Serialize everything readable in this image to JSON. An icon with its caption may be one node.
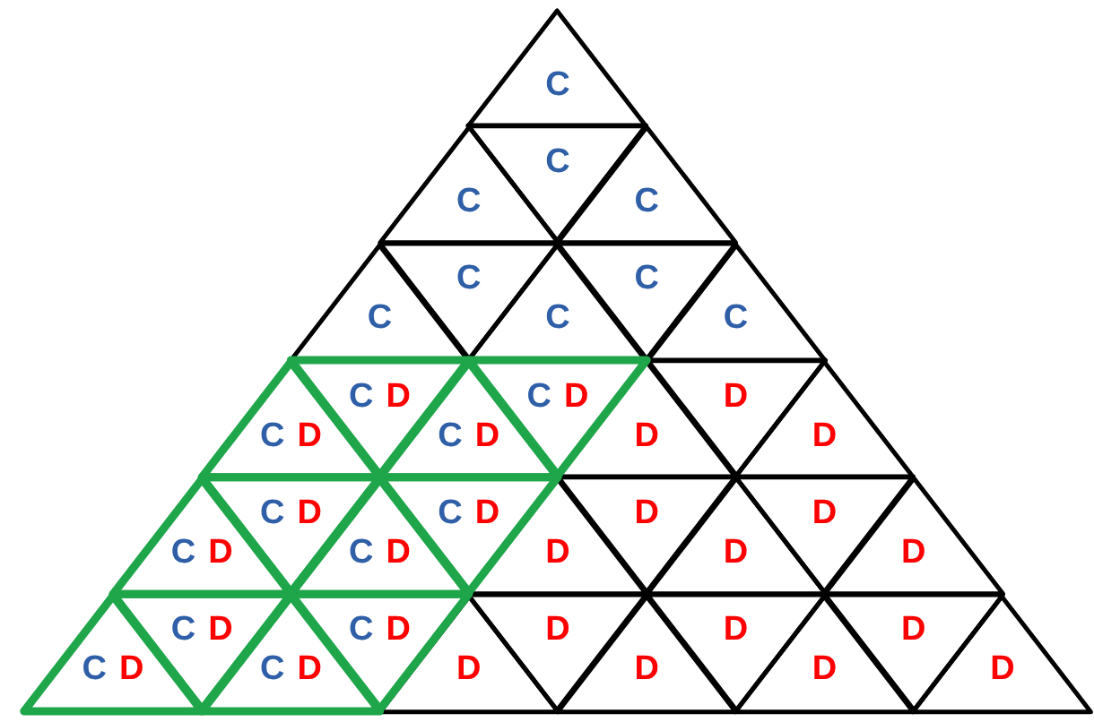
{
  "diagram": {
    "nodes": [
      {
        "text": [
          "C"
        ]
      },
      {
        "text": [
          "C"
        ]
      },
      {
        "text": [
          "C"
        ]
      },
      {
        "text": [
          "C"
        ]
      },
      {
        "text": [
          "C"
        ]
      },
      {
        "text": [
          "C"
        ]
      },
      {
        "text": [
          "C"
        ]
      },
      {
        "text": [
          "C"
        ]
      },
      {
        "text": [
          "C"
        ]
      },
      {
        "text": [
          "C",
          "D"
        ]
      },
      {
        "text": [
          "C",
          "D"
        ]
      },
      {
        "text": [
          "C",
          "D"
        ]
      },
      {
        "text": [
          "C",
          "D"
        ]
      },
      {
        "text": [
          "D"
        ]
      },
      {
        "text": [
          "D"
        ]
      },
      {
        "text": [
          "D"
        ]
      },
      {
        "text": [
          "C",
          "D"
        ]
      },
      {
        "text": [
          "C",
          "D"
        ]
      },
      {
        "text": [
          "C",
          "D"
        ]
      },
      {
        "text": [
          "C",
          "D"
        ]
      },
      {
        "text": [
          "D"
        ]
      },
      {
        "text": [
          "D"
        ]
      },
      {
        "text": [
          "D"
        ]
      },
      {
        "text": [
          "D"
        ]
      },
      {
        "text": [
          "D"
        ]
      },
      {
        "text": [
          "C",
          "D"
        ]
      },
      {
        "text": [
          "C",
          "D"
        ]
      },
      {
        "text": [
          "C",
          "D"
        ]
      },
      {
        "text": [
          "C",
          "D"
        ]
      },
      {
        "text": [
          "D"
        ]
      },
      {
        "text": [
          "D"
        ]
      },
      {
        "text": [
          "D"
        ]
      },
      {
        "text": [
          "D"
        ]
      },
      {
        "text": [
          "D"
        ]
      },
      {
        "text": [
          "D"
        ]
      },
      {
        "text": [
          "D"
        ]
      }
    ]
  }
}
